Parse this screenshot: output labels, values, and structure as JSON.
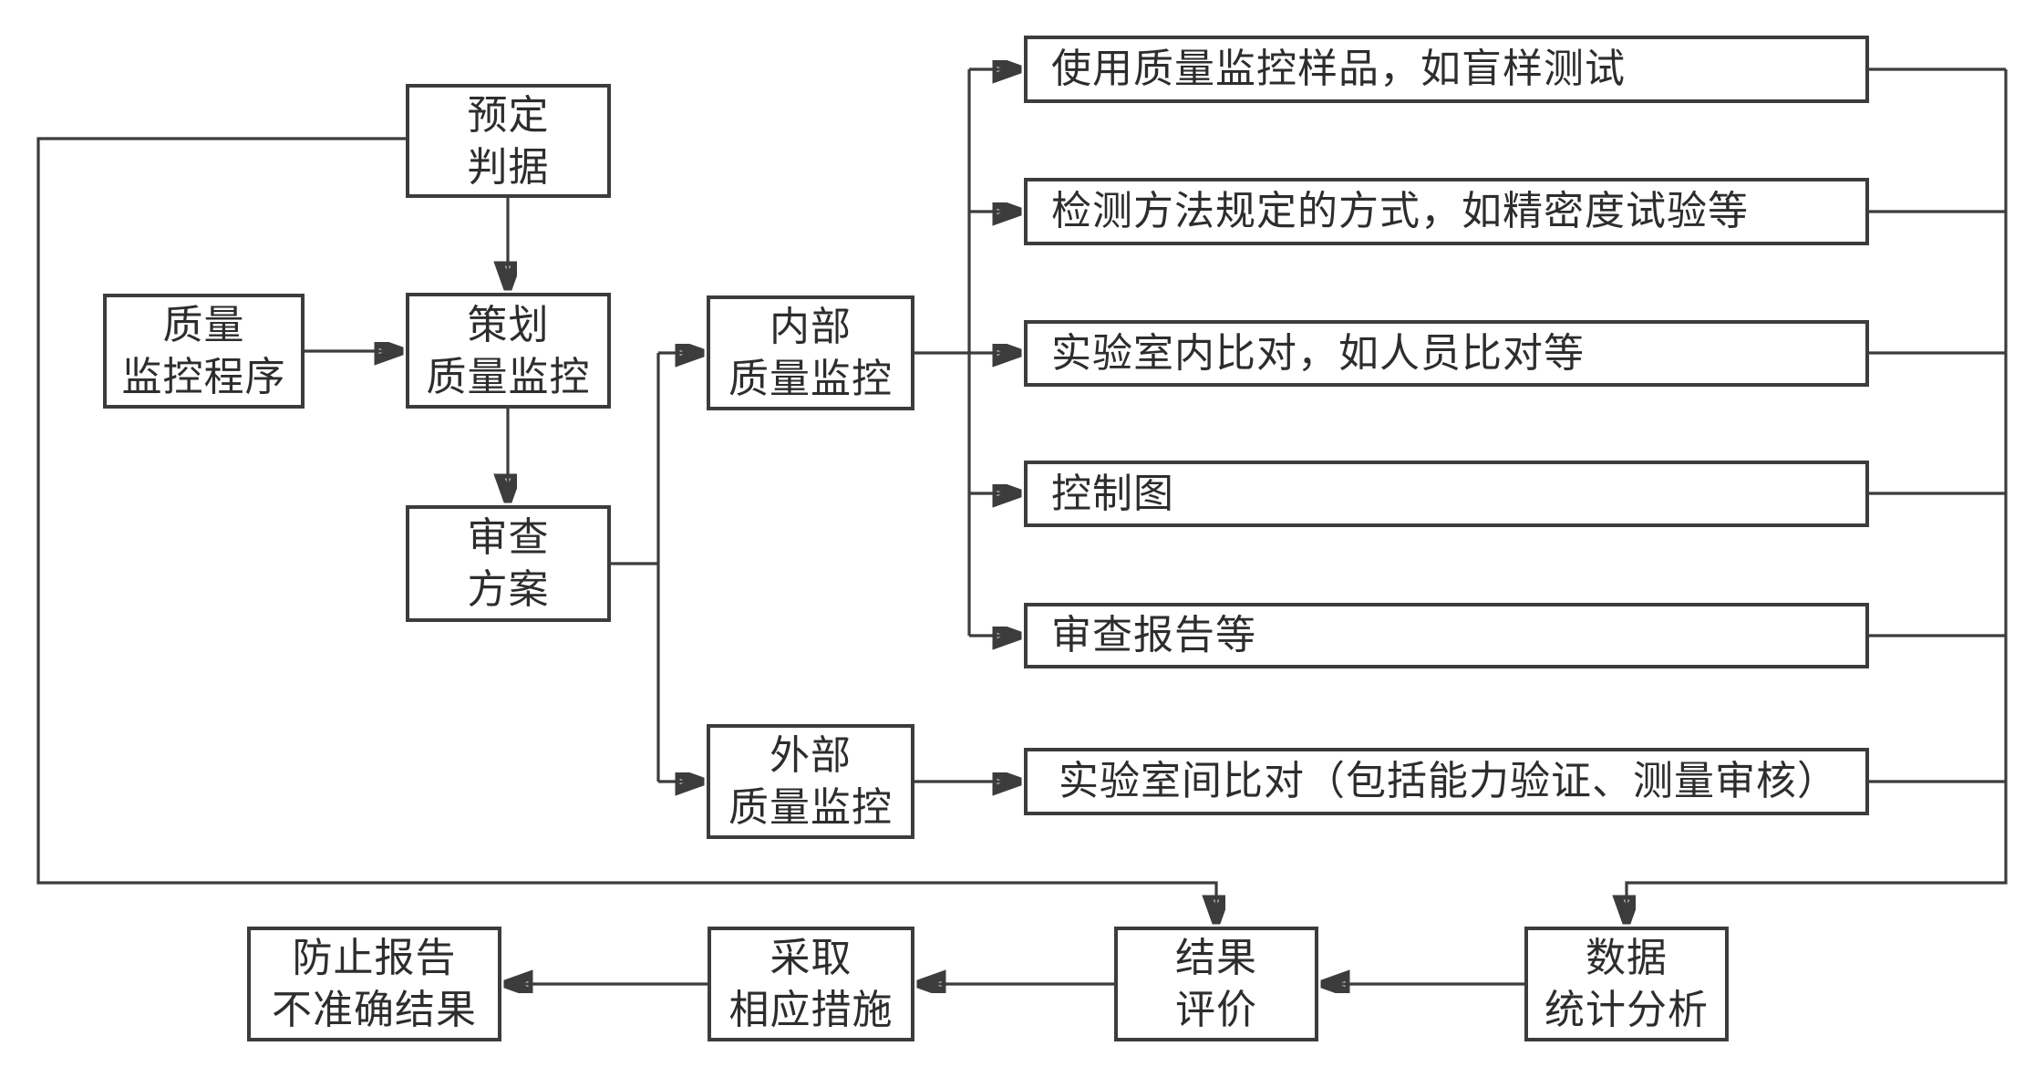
{
  "diagram": {
    "background": "#ffffff",
    "line_color": "#3c3c3c",
    "text_color": "#2d2d2d",
    "nodes": {
      "predetermined_criteria": {
        "lines": [
          "预定",
          "判据"
        ]
      },
      "quality_monitoring_program": {
        "lines": [
          "质量",
          "监控程序"
        ]
      },
      "plan_quality_monitoring": {
        "lines": [
          "策划",
          "质量监控"
        ]
      },
      "review_plan": {
        "lines": [
          "审查",
          "方案"
        ]
      },
      "internal_quality_monitoring": {
        "lines": [
          "内部",
          "质量监控"
        ]
      },
      "external_quality_monitoring": {
        "lines": [
          "外部",
          "质量监控"
        ]
      },
      "internal_method_1": {
        "label": "使用质量监控样品，如盲样测试"
      },
      "internal_method_2": {
        "label": "检测方法规定的方式，如精密度试验等"
      },
      "internal_method_3": {
        "label": "实验室内比对，如人员比对等"
      },
      "internal_method_4": {
        "label": "控制图"
      },
      "internal_method_5": {
        "label": "审查报告等"
      },
      "external_method_1": {
        "label": "实验室间比对（包括能力验证、测量审核）"
      },
      "prevent_inaccurate_results": {
        "lines": [
          "防止报告",
          "不准确结果"
        ]
      },
      "take_measures": {
        "lines": [
          "采取",
          "相应措施"
        ]
      },
      "result_evaluation": {
        "lines": [
          "结果",
          "评价"
        ]
      },
      "data_statistical_analysis": {
        "lines": [
          "数据",
          "统计分析"
        ]
      }
    },
    "edges": [
      {
        "from": "predetermined_criteria",
        "to": "plan_quality_monitoring"
      },
      {
        "from": "quality_monitoring_program",
        "to": "plan_quality_monitoring"
      },
      {
        "from": "plan_quality_monitoring",
        "to": "review_plan"
      },
      {
        "from": "review_plan",
        "to": "internal_quality_monitoring"
      },
      {
        "from": "review_plan",
        "to": "external_quality_monitoring"
      },
      {
        "from": "internal_quality_monitoring",
        "to": "internal_method_1"
      },
      {
        "from": "internal_quality_monitoring",
        "to": "internal_method_2"
      },
      {
        "from": "internal_quality_monitoring",
        "to": "internal_method_3"
      },
      {
        "from": "internal_quality_monitoring",
        "to": "internal_method_4"
      },
      {
        "from": "internal_quality_monitoring",
        "to": "internal_method_5"
      },
      {
        "from": "external_quality_monitoring",
        "to": "external_method_1"
      },
      {
        "from": "predetermined_criteria",
        "to": "result_evaluation"
      },
      {
        "from": "internal_method_1",
        "to": "data_statistical_analysis"
      },
      {
        "from": "internal_method_2",
        "to": "data_statistical_analysis"
      },
      {
        "from": "internal_method_3",
        "to": "data_statistical_analysis"
      },
      {
        "from": "internal_method_4",
        "to": "data_statistical_analysis"
      },
      {
        "from": "internal_method_5",
        "to": "data_statistical_analysis"
      },
      {
        "from": "external_method_1",
        "to": "data_statistical_analysis"
      },
      {
        "from": "data_statistical_analysis",
        "to": "result_evaluation"
      },
      {
        "from": "result_evaluation",
        "to": "take_measures"
      },
      {
        "from": "take_measures",
        "to": "prevent_inaccurate_results"
      }
    ]
  }
}
